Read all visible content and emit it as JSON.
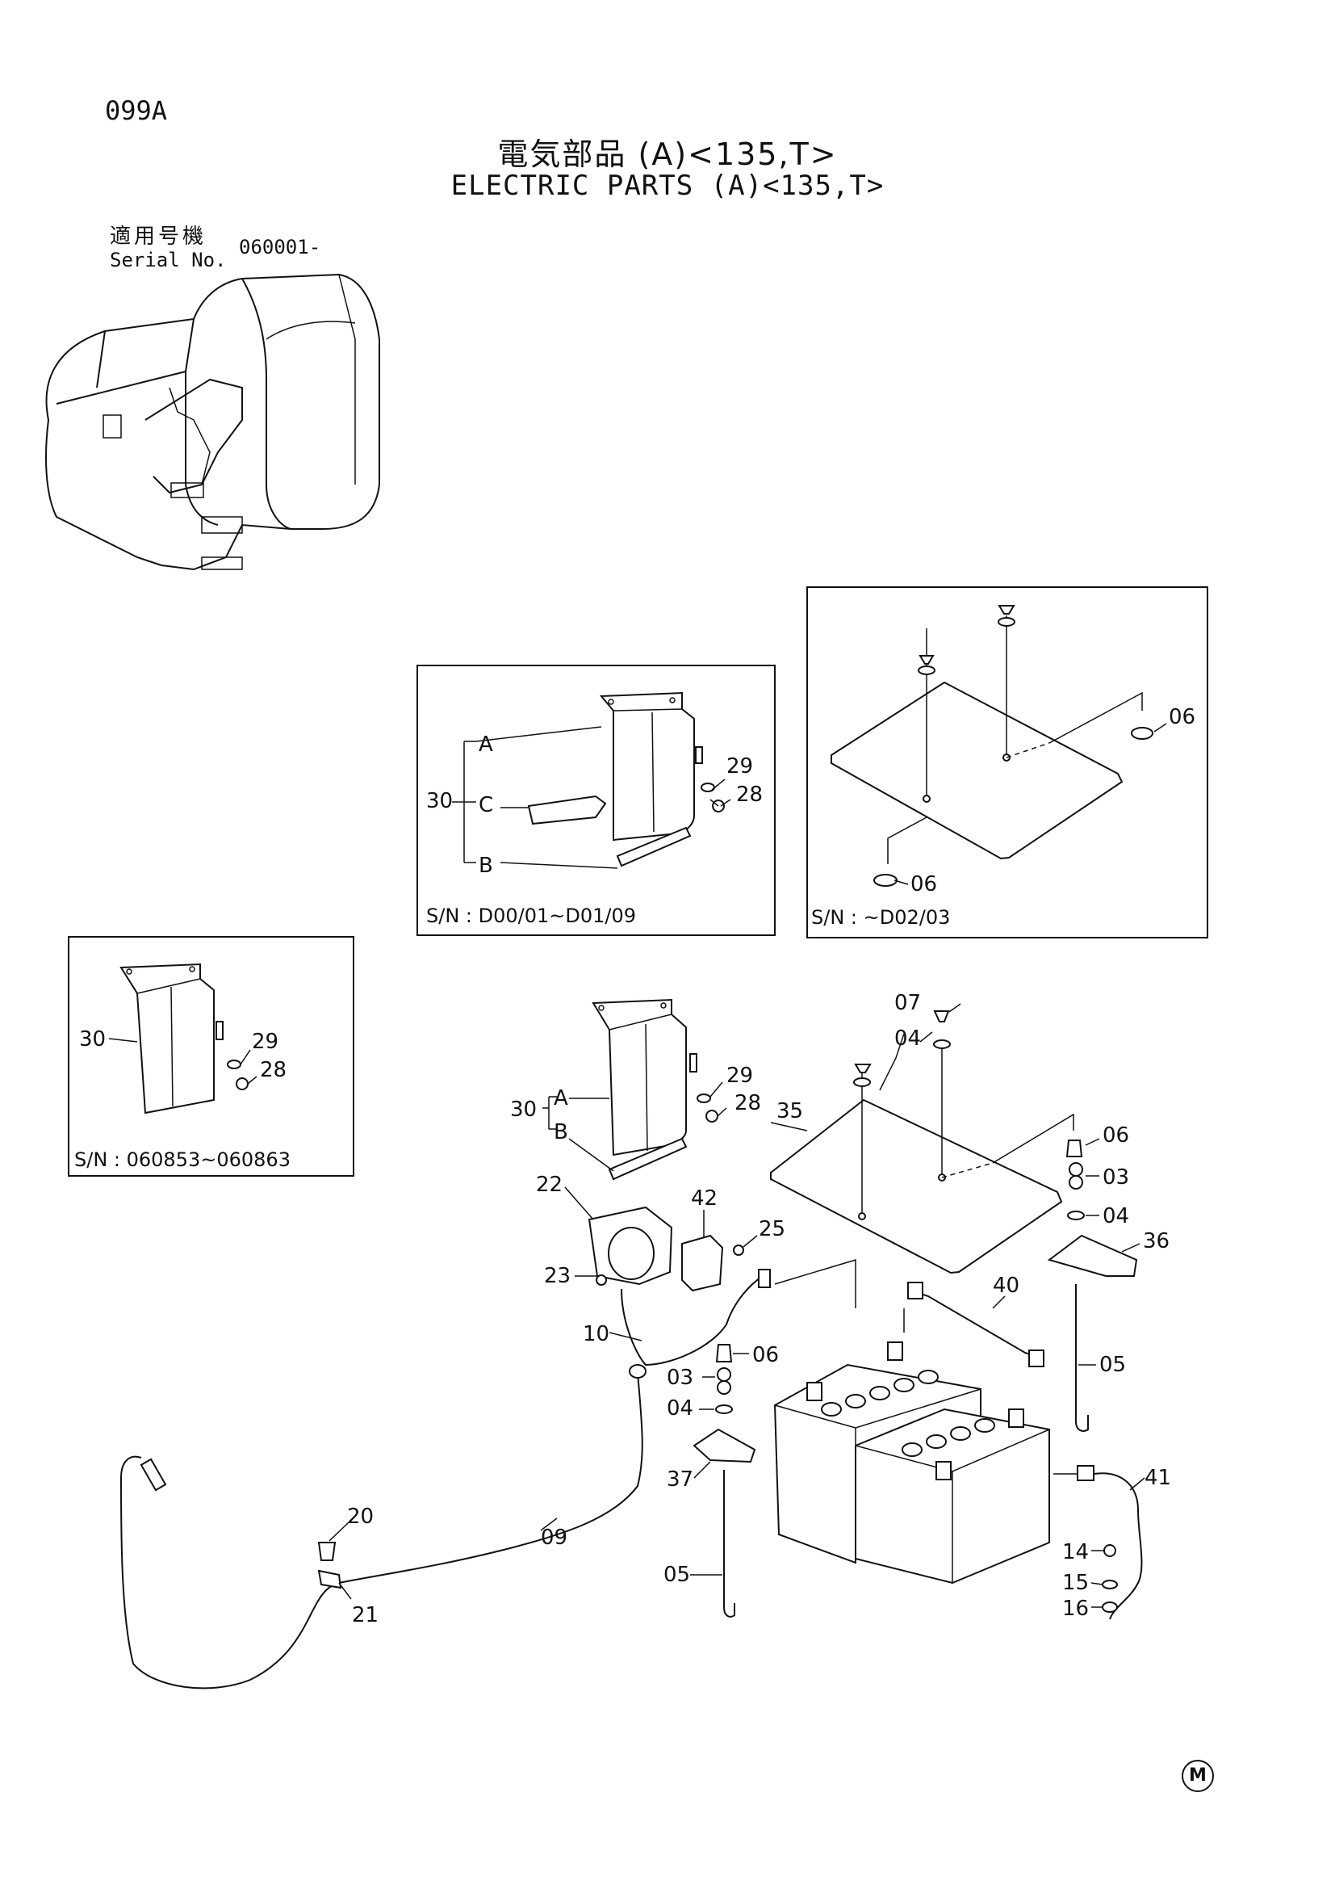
{
  "header": {
    "page_code": "099A",
    "title_jp": "電気部品 (A)<135,T>",
    "title_en": "ELECTRIC PARTS (A)<135,T>",
    "serial_label_jp": "適用号機",
    "serial_label_en": "Serial No.",
    "serial_value": "060001-"
  },
  "insets": {
    "cover_d00": {
      "caption": "S/N : D00/01~D01/09"
    },
    "plate_d02": {
      "caption": "S/N : ~D02/03"
    },
    "cover_060853": {
      "caption": "S/N : 060853~060863"
    }
  },
  "callouts": {
    "c30": "30",
    "cA": "A",
    "cB": "B",
    "cC": "C",
    "c29": "29",
    "c28": "28",
    "c06": "06",
    "c07": "07",
    "c04": "04",
    "c03": "03",
    "c35": "35",
    "c36": "36",
    "c22": "22",
    "c42": "42",
    "c25": "25",
    "c23": "23",
    "c10": "10",
    "c40": "40",
    "c05": "05",
    "c37": "37",
    "c09": "09",
    "c20": "20",
    "c21": "21",
    "c41": "41",
    "c14": "14",
    "c15": "15",
    "c16": "16"
  },
  "footer": {
    "mark": "M"
  }
}
